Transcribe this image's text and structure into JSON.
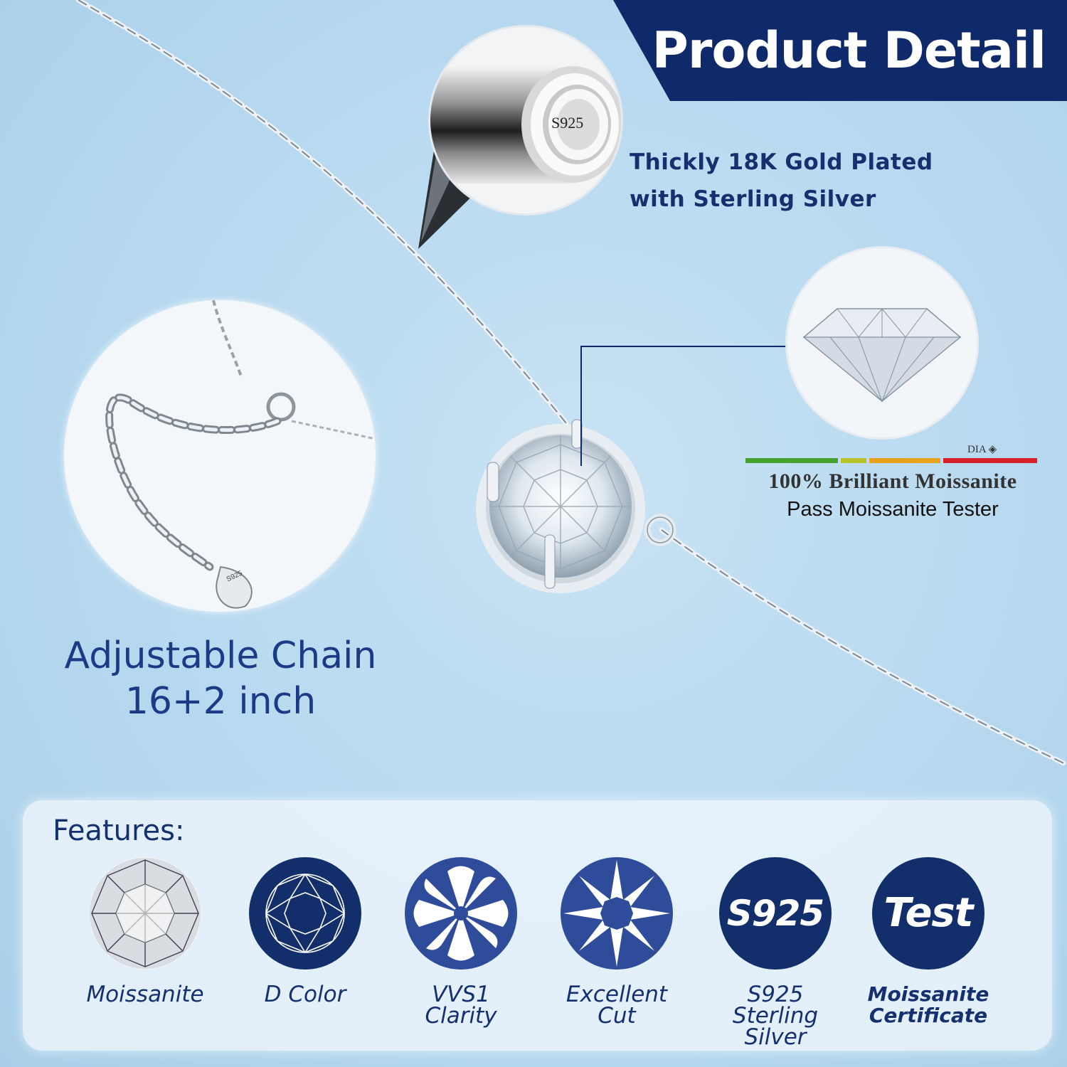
{
  "banner": {
    "title": "Product Detail",
    "color": "#0f2a6b"
  },
  "callouts": {
    "plating": {
      "line1": "Thickly 18K Gold Plated",
      "line2": "with Sterling Silver",
      "stamp": "S925"
    },
    "chain": {
      "line1": "Adjustable Chain",
      "line2": "16+2 inch",
      "tag_stamp": "S925"
    },
    "stone": {
      "brand": "DIA",
      "line1": "100% Brilliant Moissanite",
      "line2": "Pass Moissanite Tester"
    }
  },
  "features": {
    "title": "Features:",
    "items": [
      {
        "icon": "diamond-top-icon",
        "label1": "Moissanite",
        "label2": ""
      },
      {
        "icon": "color-facet-icon",
        "label1": "D Color",
        "label2": ""
      },
      {
        "icon": "hearts-clarity-icon",
        "label1": "VVS1",
        "label2": "Clarity"
      },
      {
        "icon": "star-cut-icon",
        "label1": "Excellent",
        "label2": "Cut"
      },
      {
        "icon": "s925-badge-icon",
        "badge": "S925",
        "label1": "S925",
        "label2": "Sterling Silver"
      },
      {
        "icon": "test-badge-icon",
        "badge": "Test",
        "label1": "Moissanite",
        "label2": "Certificate"
      }
    ]
  },
  "colors": {
    "navy": "#122f6b",
    "text_navy": "#14306e",
    "background": "#bddcf1"
  }
}
